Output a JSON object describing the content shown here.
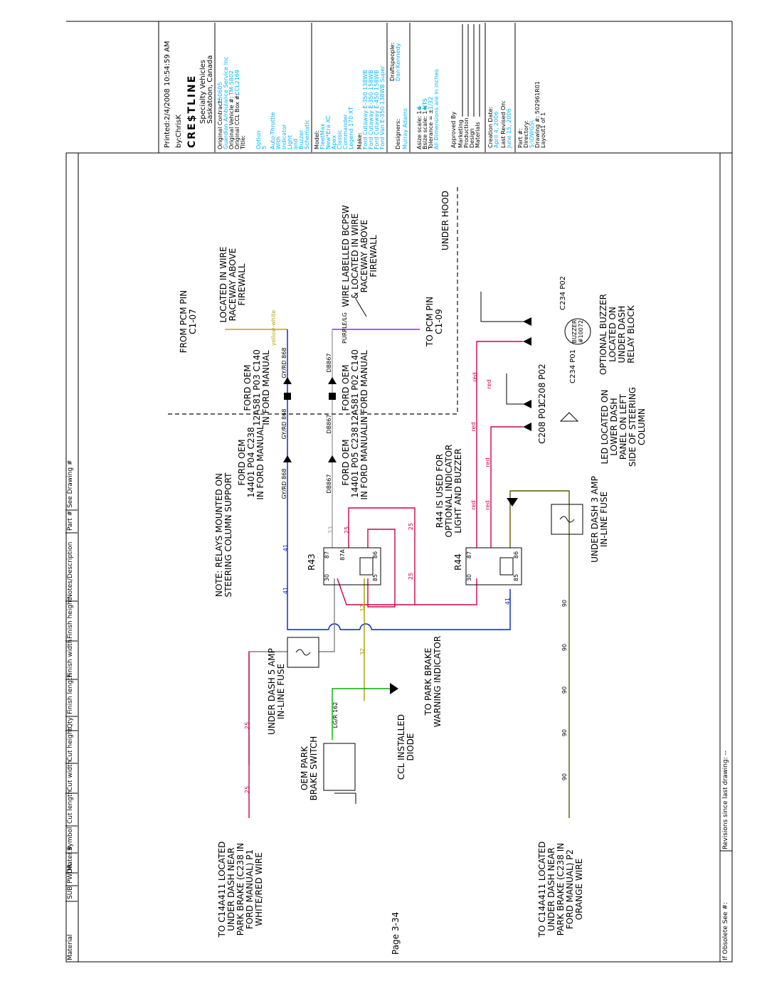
{
  "header_columns": [
    "Material",
    "SUB",
    "PWDR",
    "Mater.#",
    "Symbol",
    "Cut length",
    "Cut width",
    "Cut height",
    "Qty",
    "Finish length",
    "Finish width",
    "Finish height",
    "Notes/Description",
    "Part #",
    "See Drawing #"
  ],
  "footer": {
    "obsolete": "If Obsolete See #:",
    "revisions": "Revisions since last drawing: --"
  },
  "titleblock": {
    "printed": "Printed:2/4/2008 10:54:59 AM",
    "by": "by:ChrisK",
    "logo": "CRE$TLINE",
    "company": "Specialty Vehicles",
    "location": "Saskatoon, Canada",
    "contract_label": "Original Contract:",
    "contract_value": "250605",
    "customer": "Guardian Ambulance Service Inc",
    "vehicle_label": "Original Vehicle #:",
    "vehicle_value": "TM-5802",
    "ccl_label": "Original CCL Box #:",
    "ccl_value": "CCL2169",
    "title_label": "Title:",
    "title_lines": [
      "Option",
      "5",
      "Auto-Throttle",
      "With",
      "Indicator",
      "Light",
      "and",
      "Buzzer",
      "Schematic"
    ],
    "model_label": "Model:",
    "models": [
      "FleetMax",
      "New*Era XC",
      "Apex",
      "Classic",
      "Commander",
      "Legend 170 XT"
    ],
    "make_label": "Make:",
    "makes": [
      "Ford Cutaway E-350 138WB",
      "Ford Cutaway E-350 158WB",
      "Ford Cutaway E-450 158WB",
      "Ford Van E-350 138WB Super"
    ],
    "designers_label": "Designers:",
    "draftspeople_label": "Draftspeople:",
    "designer": "Murray Adams",
    "draftsperson": "Dan Kennedy",
    "asize": "Asize scale: 1=",
    "asize_val": "6",
    "bsize": "Bsize scale: 1=",
    "bsize_val": "NTS",
    "tolerance": "Tolerance = ±",
    "tolerance_val": "1/32",
    "units": "All Dimensions are in inches",
    "approved": "Approved By",
    "approvers": [
      "Marketing",
      "Production",
      "Design",
      "Materials"
    ],
    "creation_label": "Creation Date:",
    "creation_date": "April 4, 2006",
    "revised_label": "Last Revised On:",
    "revised_date": "June 15, 2006",
    "part_label": "Part #:",
    "directory_label": "Directory:",
    "directory_val": "S:\\OWGS\\",
    "drawing_label": "Drawing #: 502961R01",
    "layout_label": "Layout1 of 1"
  },
  "labels": {
    "pcm_from": [
      "FROM PCM PIN",
      "C1-07"
    ],
    "raceway": [
      "LOCATED IN WIRE",
      "RACEWAY ABOVE",
      "FIREWALL"
    ],
    "bcpsw": [
      "WIRE LABELLED BCPSW",
      "& LOCATED IN WIRE",
      "RACEWAY ABOVE",
      "FIREWALL"
    ],
    "under_hood": "UNDER HOOD",
    "pcm_to": [
      "TO PCM PIN",
      "C1-09"
    ],
    "c140_top": [
      "FORD OEM",
      "12A581 P03 C140",
      "IN FORD MANUAL"
    ],
    "c140_bot": [
      "FORD OEM",
      "12A581 P02 C140",
      "IN FORD MANUAL"
    ],
    "c238_top": [
      "FORD OEM",
      "14401 P04 C238",
      "IN FORD MANUAL"
    ],
    "c238_bot": [
      "FORD OEM",
      "14401 P05 C238",
      "IN FORD MANUAL"
    ],
    "relays_note": [
      "NOTE: RELAYS MOUNTED ON",
      "STEERING COLUMN SUPPORT"
    ],
    "r44_note": [
      "R44 IS USED FOR",
      "OPTIONAL INDICATOR",
      "LIGHT AND BUZZER"
    ],
    "led_note": [
      "LED LOCATED ON",
      "LOWER DASH",
      "PANEL ON LEFT",
      "SIDE OF STEERING",
      "COLUMN"
    ],
    "buzzer_note": [
      "OPTIONAL BUZZER",
      "LOCATED ON",
      "UNDER DASH",
      "RELAY BLOCK"
    ],
    "fuse3": [
      "UNDER DASH 3 AMP",
      "IN-LINE FUSE"
    ],
    "fuse5": [
      "UNDER DASH 5 AMP",
      "IN-LINE FUSE"
    ],
    "park_switch": [
      "OEM PARK",
      "BRAKE SWITCH"
    ],
    "diode": [
      "CCL INSTALLED",
      "DIODE"
    ],
    "park_warn": [
      "TO PARK BRAKE",
      "WARNING INDICATOR"
    ],
    "c14a_p1": [
      "TO C14A411 LOCATED",
      "UNDER DASH NEAR",
      "PARK BRAKE (C238 IN",
      "FORD MANUAL) P1",
      "WHITE/RED WIRE"
    ],
    "c14a_p2": [
      "TO C14A411 LOCATED",
      "UNDER DASH NEAR",
      "PARK BRAKE (C238 IN",
      "FORD MANUAL) P2",
      "ORANGE WIRE"
    ],
    "r43": "R43",
    "r44": "R44",
    "c208p01": "C208 P01",
    "c208p02": "C208 P02",
    "c234p01": "C234 P01",
    "c234p02": "C234 P02",
    "buzzer_id": [
      "BUZZER",
      "#10072"
    ],
    "wire_yw": "yellow-white",
    "wire_purple": "PURPLE/LG",
    "wire_gyrd": "GY/RD 868",
    "wire_db": "DB867",
    "wire_lgr": "LG/R 162",
    "wire_red": "red",
    "w25": "25",
    "w41": "41",
    "w33": "33",
    "w32": "32",
    "w90": "90",
    "pin30": "30",
    "pin87": "87",
    "pin87a": "87A",
    "pin86": "86",
    "pin85": "85"
  },
  "page": "Page 3-34"
}
